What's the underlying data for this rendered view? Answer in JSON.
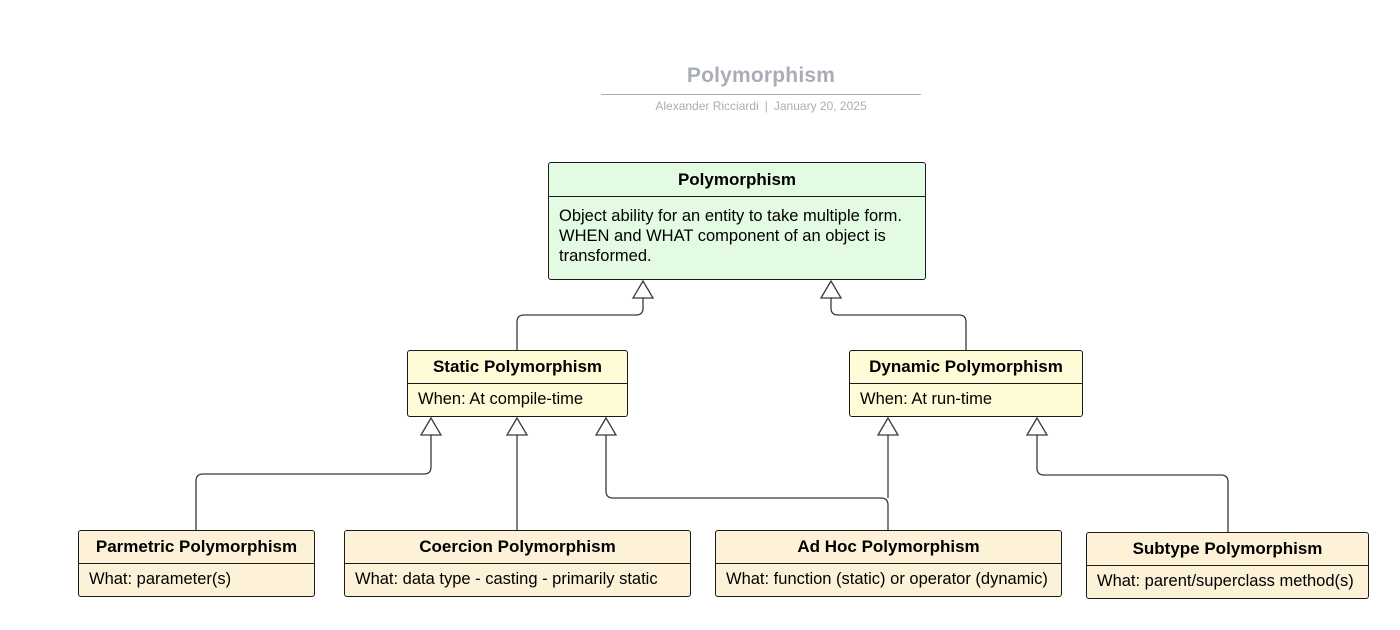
{
  "document": {
    "title": "Polymorphism",
    "author": "Alexander Ricciardi",
    "separator": "|",
    "date": "January 20, 2025"
  },
  "nodes": {
    "root": {
      "title": "Polymorphism",
      "lines": [
        "Object ability for an entity to take multiple form.",
        "WHEN and WHAT component of an object is",
        "transformed."
      ]
    },
    "static": {
      "title": "Static Polymorphism",
      "text": "When: At compile-time"
    },
    "dynamic": {
      "title": "Dynamic Polymorphism",
      "text": "When: At run-time"
    },
    "parametric": {
      "title": "Parmetric Polymorphism",
      "text": "What: parameter(s)"
    },
    "coercion": {
      "title": "Coercion Polymorphism",
      "text": "What: data type - casting - primarily static"
    },
    "adhoc": {
      "title": "Ad Hoc Polymorphism",
      "text": "What: function (static) or operator (dynamic)"
    },
    "subtype": {
      "title": "Subtype Polymorphism",
      "text": "What: parent/superclass method(s)"
    }
  },
  "relations": [
    {
      "from": "static",
      "to": "root",
      "type": "generalization"
    },
    {
      "from": "dynamic",
      "to": "root",
      "type": "generalization"
    },
    {
      "from": "parametric",
      "to": "static",
      "type": "generalization"
    },
    {
      "from": "coercion",
      "to": "static",
      "type": "generalization"
    },
    {
      "from": "adhoc",
      "to": "static",
      "type": "generalization"
    },
    {
      "from": "adhoc",
      "to": "dynamic",
      "type": "generalization"
    },
    {
      "from": "subtype",
      "to": "dynamic",
      "type": "generalization"
    }
  ],
  "colors": {
    "root_fill": "#e2fbe2",
    "mid_fill": "#fffbd7",
    "leaf_fill": "#fdf2d8",
    "stroke": "#1a1a1a",
    "header_gray": "#a9aeb6"
  }
}
